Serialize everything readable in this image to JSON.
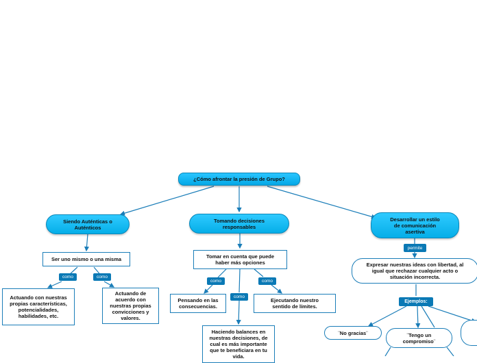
{
  "root": {
    "title": "¿Cómo afrontar la presión de Grupo?"
  },
  "branches": {
    "autenticos": {
      "title": "Siendo Auténticas o Auténticos",
      "sub": "Ser uno mismo o una misma",
      "link_left": "como",
      "link_right": "como",
      "leaf_left": "Actuando con nuestras propias características, potencialidades, habilidades, etc.",
      "leaf_right": "Actuando de acuerdo con nuestras propias convicciones y valores."
    },
    "decisiones": {
      "title": "Tomando decisiones responsables",
      "sub": "Tomar en cuenta que puede haber más opciones",
      "link_left": "como",
      "link_mid": "como",
      "link_right": "como",
      "leaf_left": "Pensando en las consecuencias.",
      "leaf_mid": "Haciendo balances en nuestras decisiones, de cual es más importante que te beneficiara en tu vida.",
      "leaf_right": "Ejecutando nuestro sentido de límites."
    },
    "asertiva": {
      "title": "Desarrollar un estilo de comunicación asertiva",
      "link": "permite",
      "sub": "Expresar nuestras ideas con libertad, al igual que rechazar cualquier acto o situación incorrecta.",
      "examples_label": "Ejemplos:",
      "example_1": "¨No gracias¨",
      "example_2": "¨Tengo un compromiso¨"
    }
  },
  "colors": {
    "accent": "#04a8e6",
    "line": "#1a7db8",
    "tag": "#0a79b5"
  }
}
